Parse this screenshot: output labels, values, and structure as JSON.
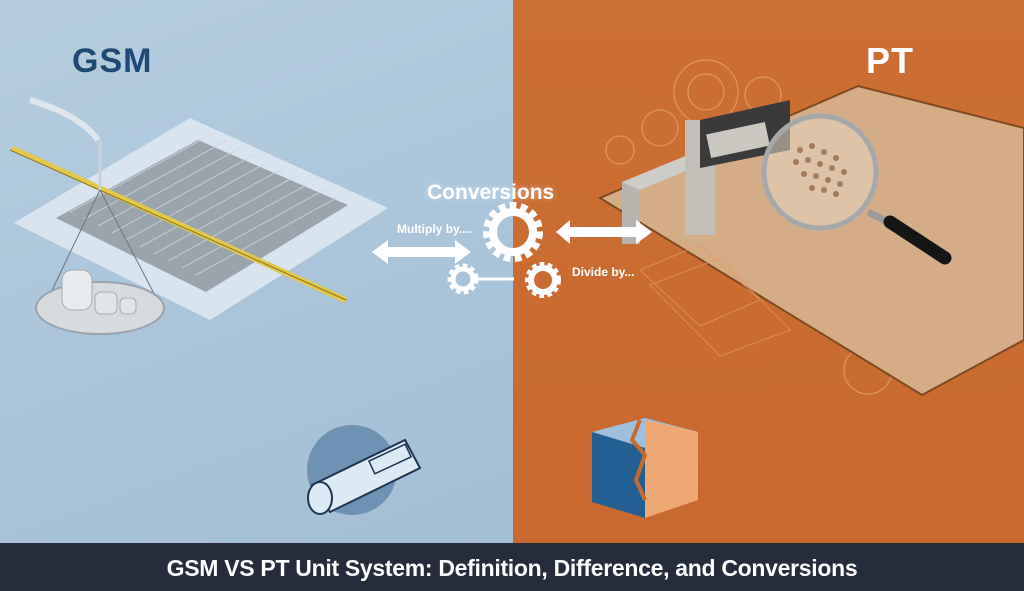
{
  "left": {
    "heading": "GSM",
    "background": "#aac5db",
    "heading_color": "#1e4a73"
  },
  "right": {
    "heading": "PT",
    "background": "#cb6d32",
    "heading_color": "#ffffff"
  },
  "center": {
    "title": "Conversions",
    "multiply_label": "Multiply by....",
    "divide_label": "Divide by..."
  },
  "footer": {
    "title": "GSM VS PT Unit System: Definition, Difference, and Conversions",
    "background": "#252c3b"
  },
  "icons": [
    "scale-icon",
    "measuring-tape-icon",
    "paper-sheet-icon",
    "gear-icon",
    "double-arrow-icon",
    "caliper-icon",
    "magnifying-glass-icon",
    "rolled-paper-icon",
    "cracked-cube-icon"
  ]
}
